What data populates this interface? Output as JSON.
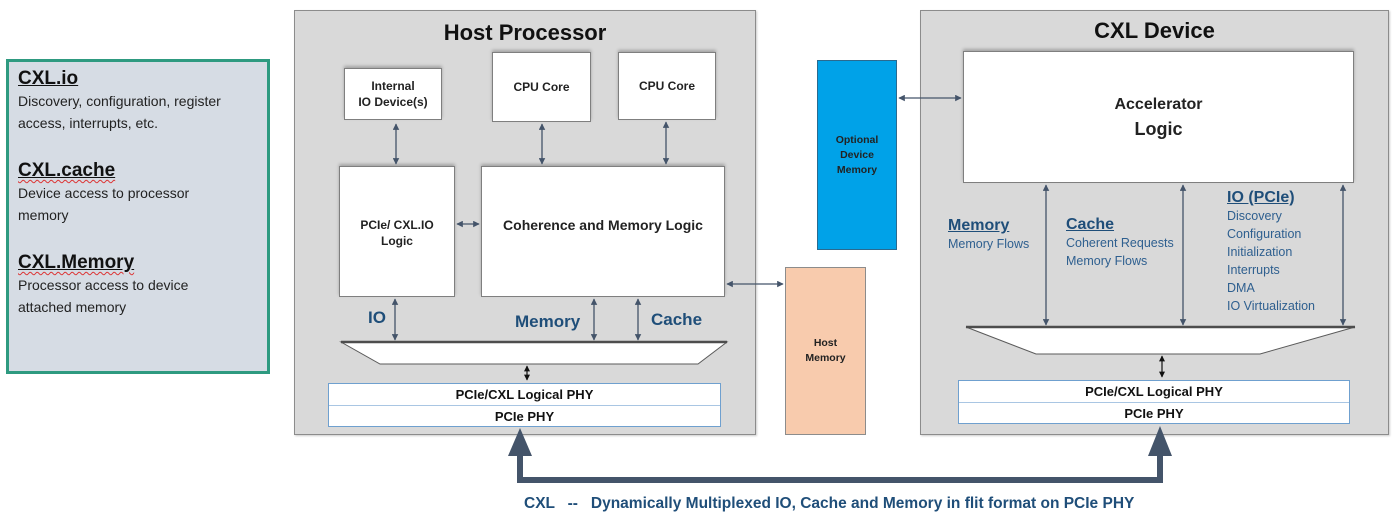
{
  "legend": {
    "groups": [
      {
        "title": "CXL.io",
        "text": [
          "Discovery, configuration, register",
          "access, interrupts, etc."
        ]
      },
      {
        "title": "CXL.cache",
        "text": [
          "Device access to processor",
          "memory"
        ]
      },
      {
        "title": "CXL.Memory",
        "text": [
          "Processor access to device",
          "attached memory"
        ]
      }
    ]
  },
  "host": {
    "title": "Host Processor",
    "internal_io": [
      "Internal",
      "IO Device(s)"
    ],
    "cpu_core_1": "CPU Core",
    "cpu_core_2": "CPU Core",
    "pcie_logic": [
      "PCIe/ CXL.IO",
      "Logic"
    ],
    "coherence": "Coherence and Memory Logic",
    "labels": {
      "io": "IO",
      "memory": "Memory",
      "cache": "Cache"
    },
    "phy_logical": "PCIe/CXL Logical PHY",
    "phy": "PCIe PHY"
  },
  "optional_device_memory": [
    "Optional",
    "Device",
    "Memory"
  ],
  "host_memory": [
    "Host",
    "Memory"
  ],
  "device": {
    "title": "CXL Device",
    "accelerator": [
      "Accelerator",
      "Logic"
    ],
    "memory": {
      "title": "Memory",
      "items": [
        "Memory Flows"
      ]
    },
    "cache": {
      "title": "Cache",
      "items": [
        "Coherent Requests",
        "Memory Flows"
      ]
    },
    "io": {
      "title": "IO (PCIe)",
      "items": [
        "Discovery",
        "Configuration",
        "Initialization",
        "Interrupts",
        "DMA",
        "IO Virtualization"
      ]
    },
    "phy_logical": "PCIe/CXL Logical PHY",
    "phy": "PCIe PHY"
  },
  "caption": "CXL   --   Dynamically Multiplexed IO, Cache and Memory in flit format on PCIe PHY",
  "colors": {
    "legend_border": "#2e9a80",
    "legend_bg": "#d6dce4",
    "panel_bg": "#d9d9d9",
    "optional_device_memory": "#00a2e8",
    "host_memory": "#f8cbad",
    "link_blue": "#1f4e79",
    "arrow": "#44546a"
  }
}
